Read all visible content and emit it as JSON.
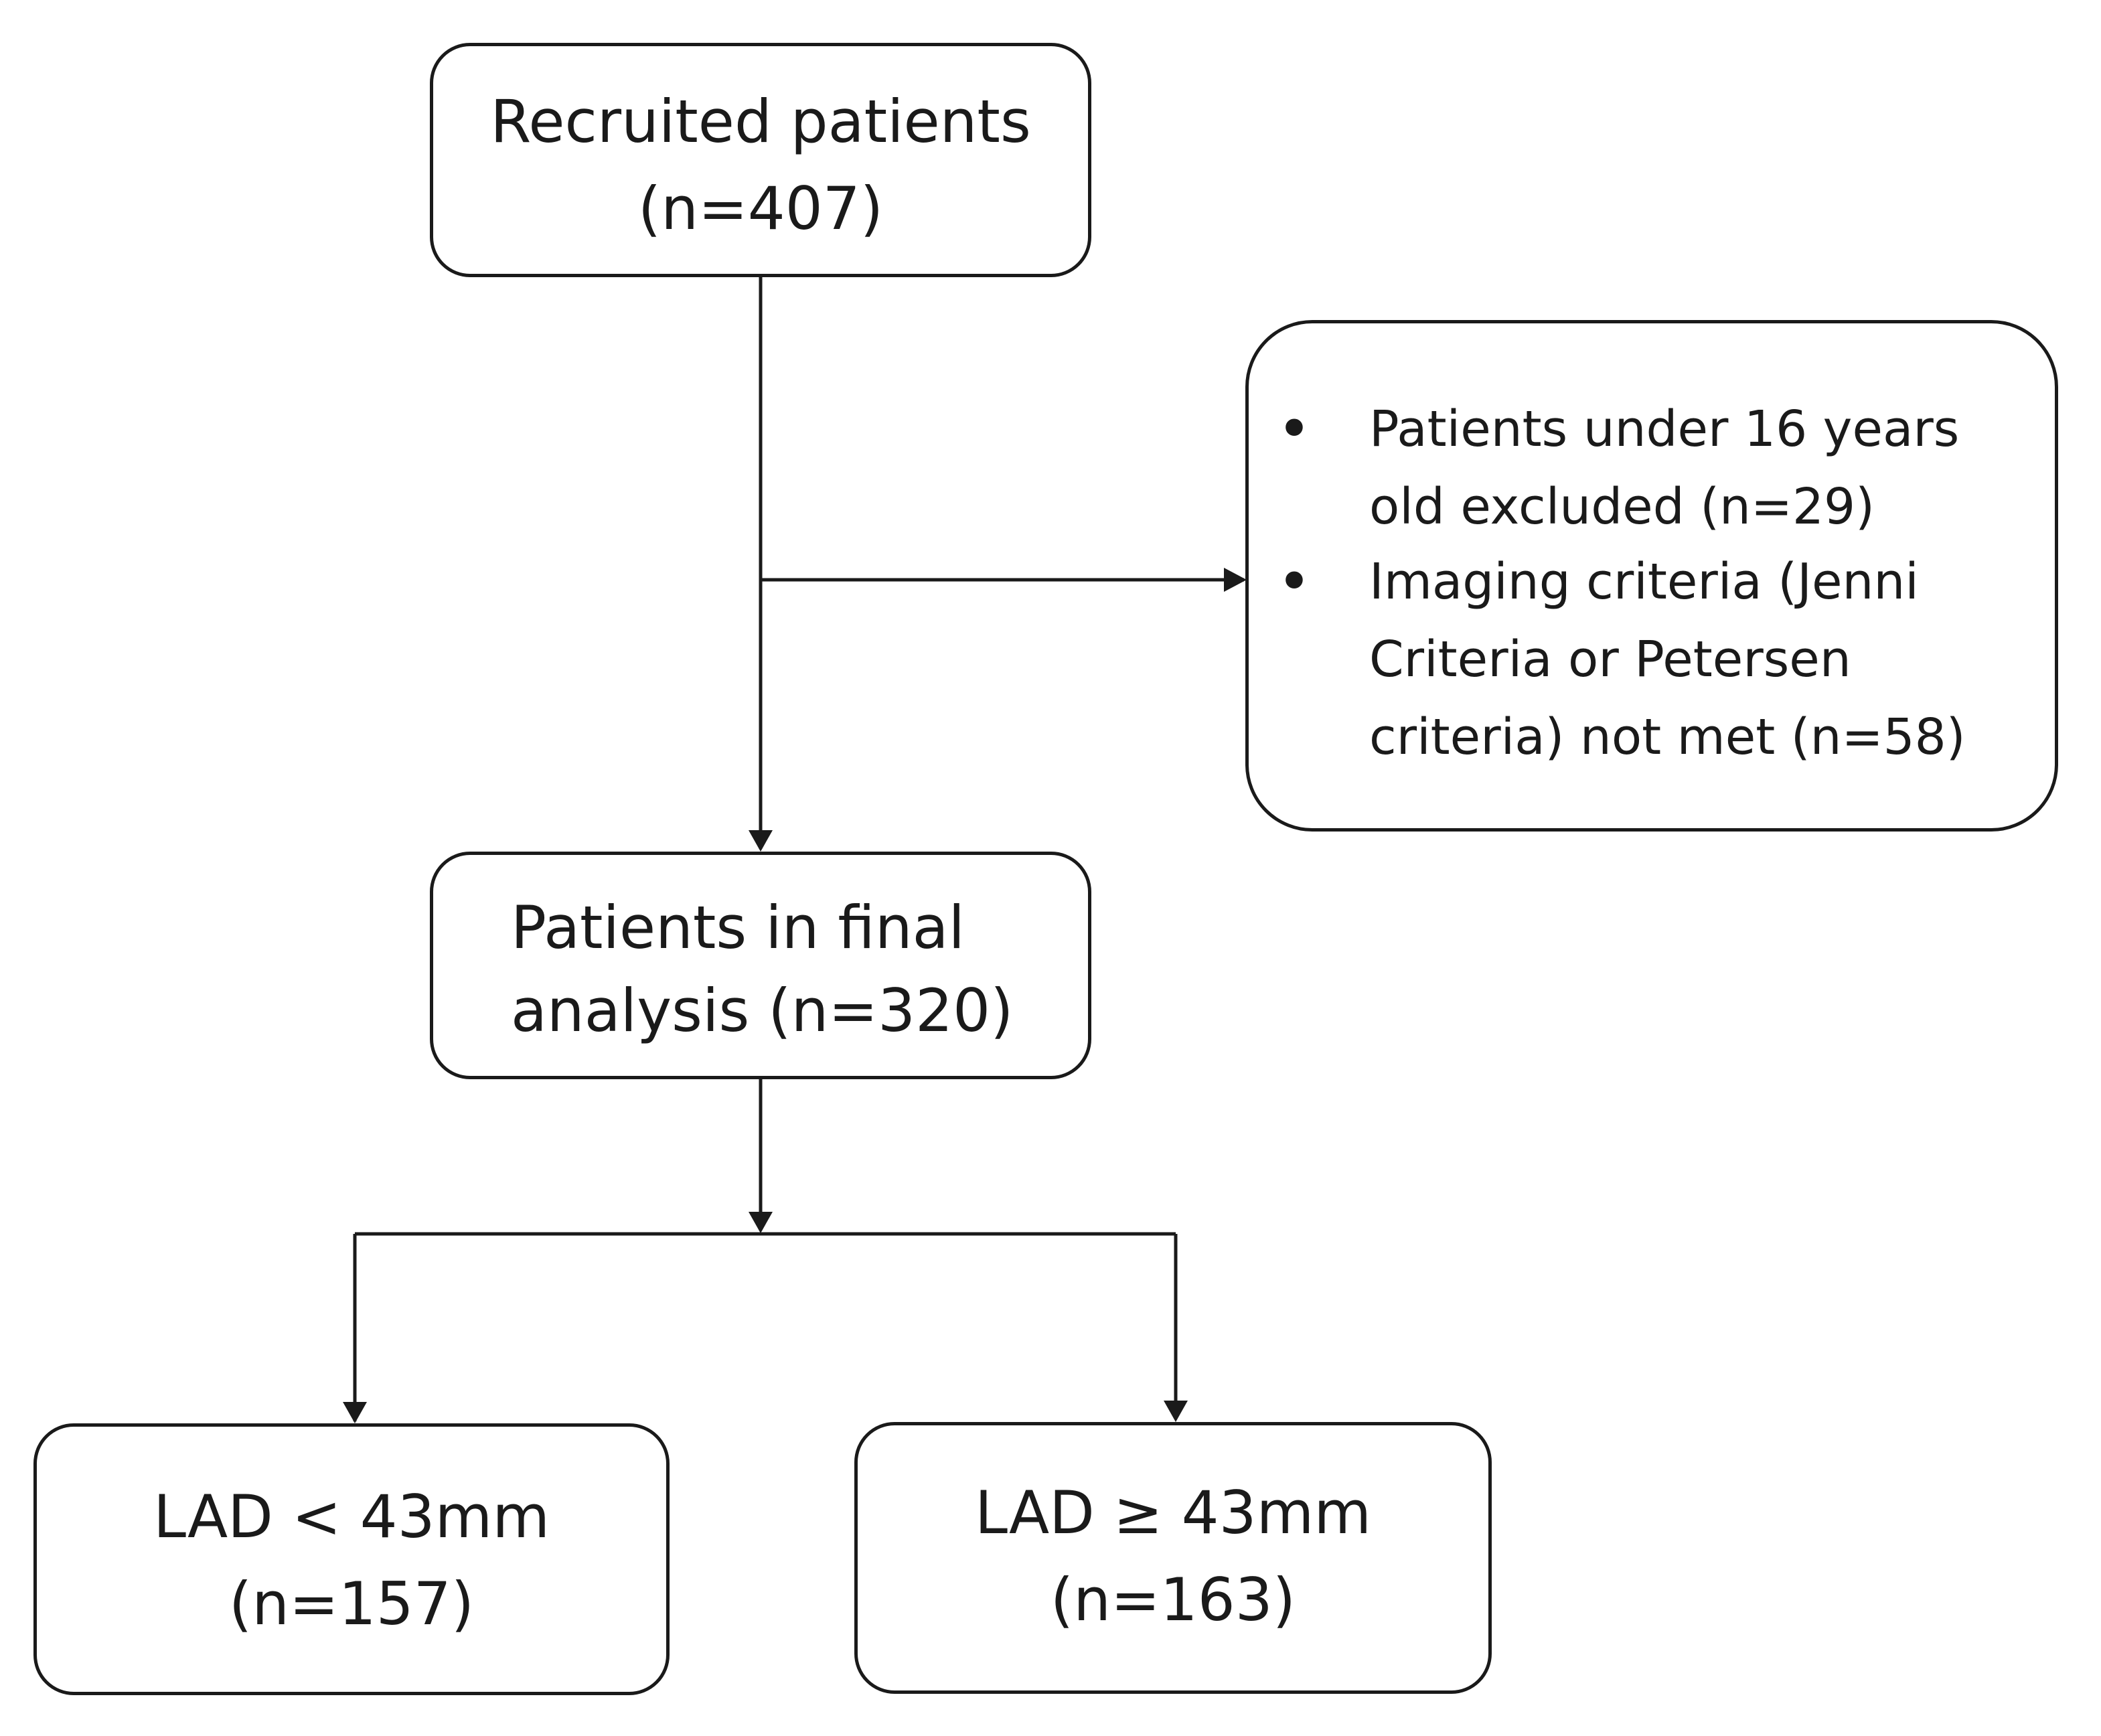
{
  "nodes": {
    "recruited": {
      "line1": "Recruited patients",
      "line2": "(n=407)"
    },
    "excluded": {
      "items": [
        {
          "lines": [
            "Patients under 16 years",
            "old excluded (n=29)"
          ]
        },
        {
          "lines": [
            "Imaging criteria (Jenni",
            "Criteria or Petersen",
            "criteria) not met (n=58)"
          ]
        }
      ]
    },
    "final": {
      "line1": "Patients in final",
      "line2": "analysis (n=320)"
    },
    "lad_low": {
      "line1": "LAD < 43mm",
      "line2": "(n=157)"
    },
    "lad_high": {
      "line1": "LAD ≥ 43mm",
      "line2": "(n=163)"
    }
  }
}
